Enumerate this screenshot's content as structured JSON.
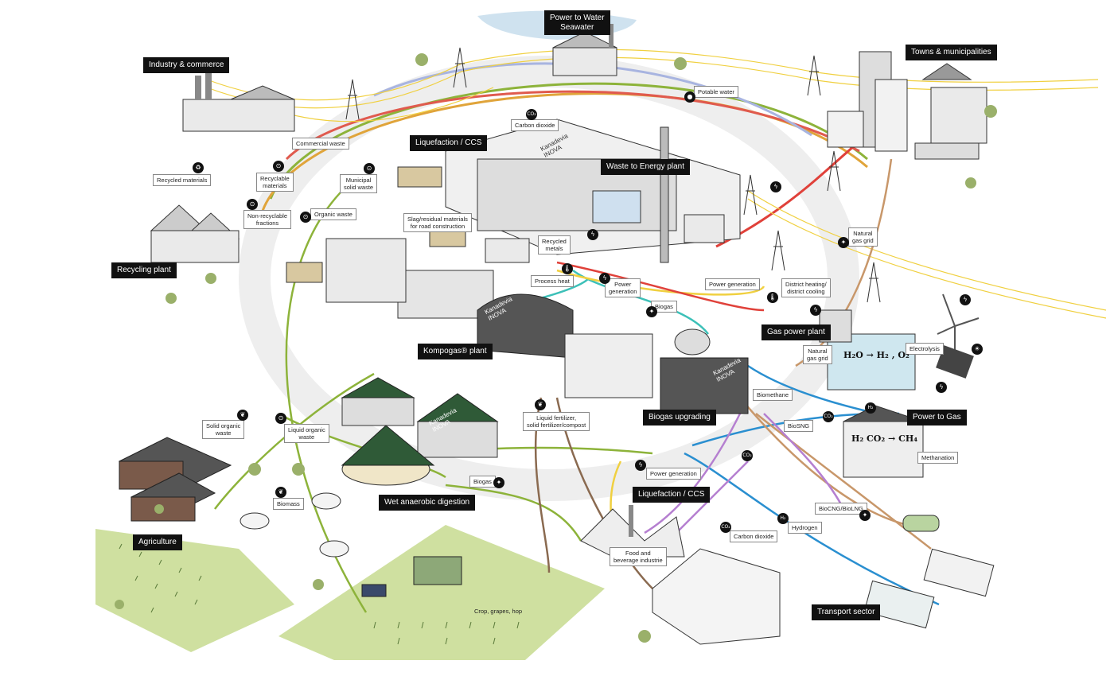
{
  "colors": {
    "organic": "#8db33a",
    "recyclables": "#e0a43a",
    "waste": "#e05a4e",
    "heat": "#e0413a",
    "power": "#f0d040",
    "water": "#a8b4e0",
    "co2": "#b57fd0",
    "biogas": "#3cc0b8",
    "hydrogen": "#2a8fd0",
    "methane": "#c8976a",
    "brown": "#8a6a50",
    "field": "#cfe0a0",
    "building": "#7a7a7a"
  },
  "zones": {
    "industry": "Industry & commerce",
    "power_to_water": "Power to Water\nSeawater",
    "towns": "Towns & municipalities",
    "liquefaction_top": "Liquefaction / CCS",
    "waste_to_energy": "Waste to Energy plant",
    "recycling": "Recycling plant",
    "kompogas": "Kompogas® plant",
    "gas_power": "Gas power plant",
    "power_to_gas": "Power to Gas",
    "biogas_upgrading": "Biogas upgrading",
    "wet_digestion": "Wet anaerobic digestion",
    "liquefaction_bottom": "Liquefaction / CCS",
    "agriculture": "Agriculture",
    "transport": "Transport sector"
  },
  "flows": {
    "recycled_materials": "Recycled materials",
    "commercial_waste": "Commercial waste",
    "recyclable_materials": "Recyclable\nmaterials",
    "municipal_solid_waste": "Municipal\nsolid waste",
    "non_recyclable": "Non-recyclable\nfractions",
    "organic_waste": "Organic waste",
    "carbon_dioxide_top": "Carbon dioxide",
    "potable_water": "Potable water",
    "slag": "Slag/residual materials\nfor road construction",
    "recycled_metals": "Recycled\nmetals",
    "process_heat": "Process heat",
    "power_generation_1": "Power\ngeneration",
    "biogas_1": "Biogas",
    "power_generation_2": "Power generation",
    "district_heating": "District heating/\ndistrict cooling",
    "natural_gas_grid_1": "Natural\ngas grid",
    "electrolysis": "Electrolysis",
    "natural_gas_grid_2": "Natural\ngas grid",
    "biomethane": "Biomethane",
    "biosng": "BioSNG",
    "methanation": "Methanation",
    "solid_organic_waste": "Solid organic\nwaste",
    "liquid_organic_waste": "Liquid organic\nwaste",
    "liquid_fertilizer": "Liquid fertilizer,\nsolid fertilizer/compost",
    "biogas_2": "Biogas",
    "power_generation_3": "Power generation",
    "biomass": "Biomass",
    "bioCNG": "BioCNG/BioLNG",
    "hydrogen": "Hydrogen",
    "carbon_dioxide_bottom": "Carbon dioxide",
    "food_beverage": "Food and\nbeverage industrie",
    "crop": "Crop, grapes, hop"
  },
  "branding": {
    "wte": "Kanadevia\nINOVA",
    "kompogas": "Kanadevia\nINOVA",
    "digester": "Kanadevia\nINOVA",
    "upgrading": "Kanadevia\nINOVA"
  },
  "formulas": {
    "electrolysis": "H₂O → H₂ , O₂",
    "methanation": "H₂ CO₂ → CH₄"
  },
  "icons": {
    "recycle": "recycle-icon",
    "bag": "waste-bag-icon",
    "bolt": "lightning-icon",
    "co2": "co2-icon",
    "drop": "water-drop-icon",
    "thermo": "thermometer-icon",
    "flame": "flame-icon",
    "leaf": "leaf-icon",
    "sun": "sun-icon",
    "h2": "hydrogen-icon"
  }
}
